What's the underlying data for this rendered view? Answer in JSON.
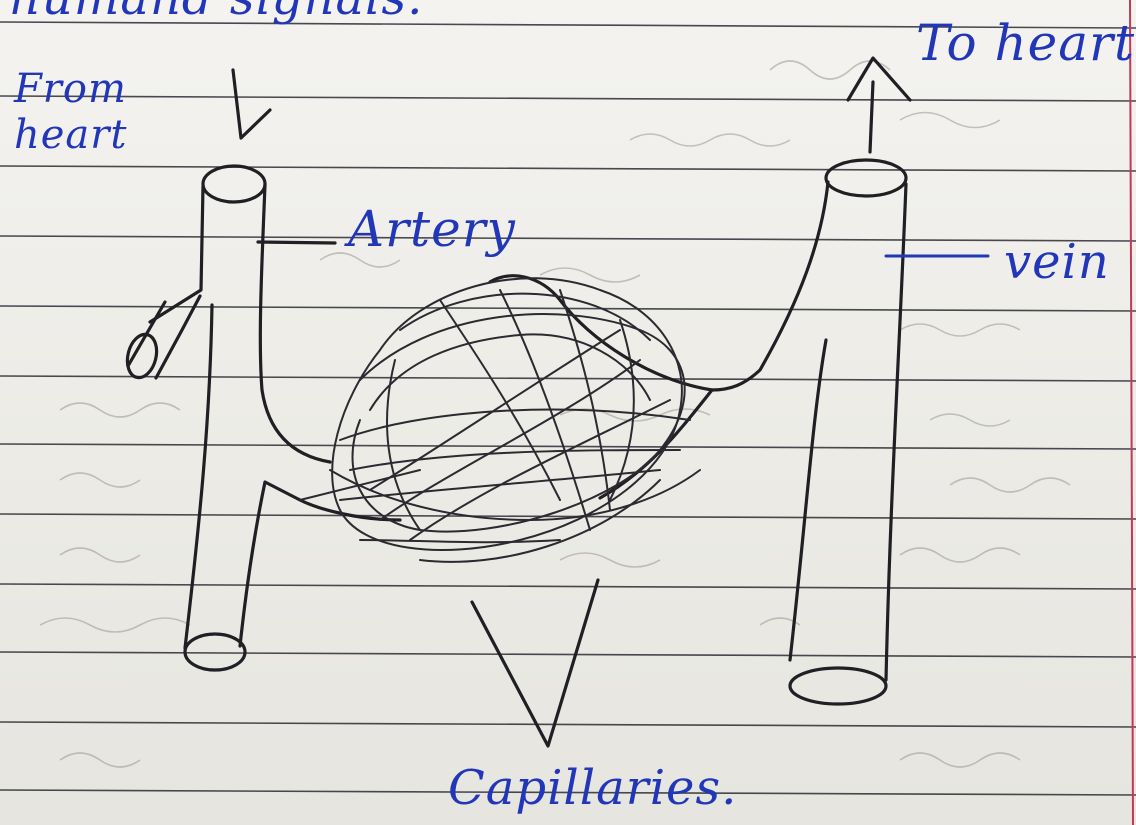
{
  "labels": {
    "top_fragment": "humand signals.",
    "from_heart": "From heart",
    "to_heart": "To heart",
    "artery": "Artery",
    "vein": "vein",
    "capillaries": "Capillaries."
  },
  "colors": {
    "paper": "#efeeea",
    "pencil_ink": "#1f1f24",
    "label_ink": "#2236b8",
    "margin": "#c0395b"
  }
}
